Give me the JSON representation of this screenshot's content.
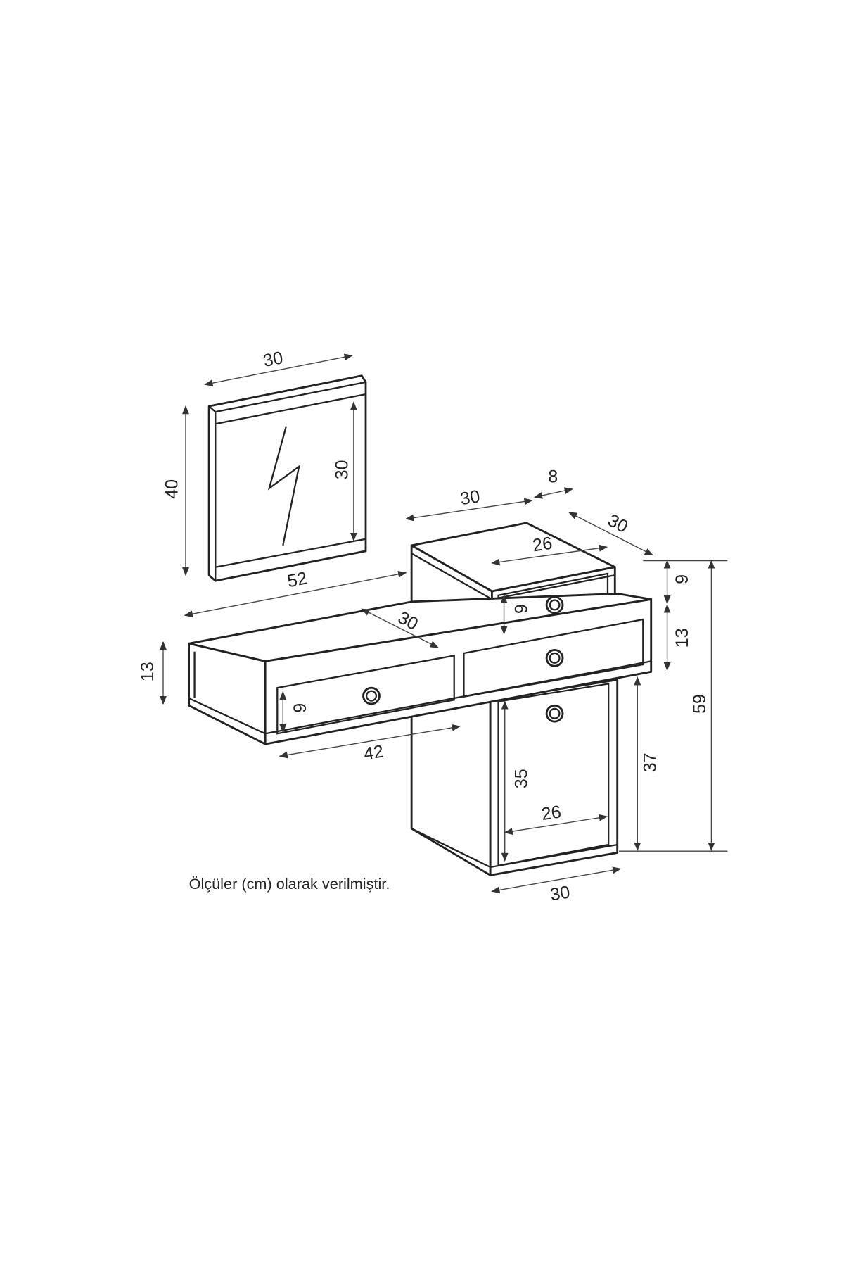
{
  "caption": "Ölçüler (cm) olarak verilmiştir.",
  "dimensions": {
    "mirror_width": "30",
    "mirror_height": "40",
    "mirror_inner_height": "30",
    "shelf_width": "52",
    "shelf_depth": "30",
    "shelf_height": "13",
    "left_drawer_height": "9",
    "left_drawer_width": "42",
    "top_box_width": "30",
    "top_box_offset": "8",
    "top_box_depth": "30",
    "top_drawer_width": "26",
    "top_drawer_height": "9",
    "right_top_height": "9",
    "right_mid_height": "13",
    "total_height": "59",
    "cabinet_height": "37",
    "door_height": "35",
    "door_width": "26",
    "cabinet_width": "30"
  }
}
